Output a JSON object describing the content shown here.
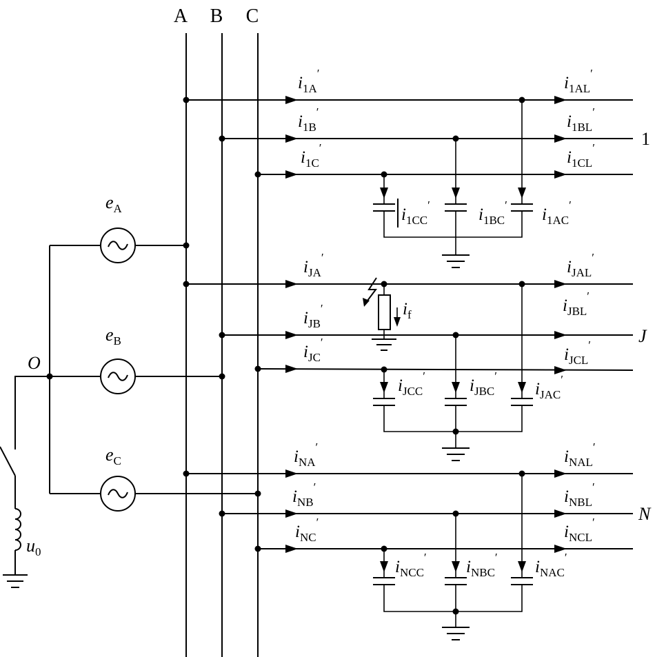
{
  "buses": {
    "a": "A",
    "b": "B",
    "c": "C"
  },
  "feeders": {
    "f1": {
      "name": "1",
      "in_a": "1A",
      "in_b": "1B",
      "in_c": "1C",
      "out_a": "1AL",
      "out_b": "1BL",
      "out_c": "1CL",
      "cap_c": "1CC",
      "cap_b": "1BC",
      "cap_a": "1AC"
    },
    "fj": {
      "name": "J",
      "in_a": "JA",
      "in_b": "JB",
      "in_c": "JC",
      "out_a": "JAL",
      "out_b": "JBL",
      "out_c": "JCL",
      "cap_c": "JCC",
      "cap_b": "JBC",
      "cap_a": "JAC",
      "fault": "f"
    },
    "fn": {
      "name": "N",
      "in_a": "NA",
      "in_b": "NB",
      "in_c": "NC",
      "out_a": "NAL",
      "out_b": "NBL",
      "out_c": "NCL",
      "cap_c": "NCC",
      "cap_b": "NBC",
      "cap_a": "NAC"
    }
  },
  "sources": {
    "ea": {
      "main": "e",
      "sub": "A"
    },
    "eb": {
      "main": "e",
      "sub": "B"
    },
    "ec": {
      "main": "e",
      "sub": "C"
    }
  },
  "neutral": {
    "label": "O"
  },
  "coil": {
    "main": "u",
    "sub": "0"
  },
  "current_symbol": "i",
  "prime": "′"
}
